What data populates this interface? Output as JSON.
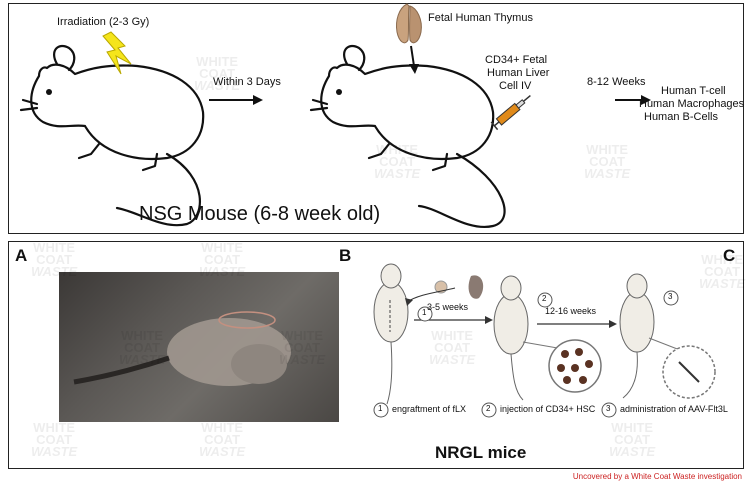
{
  "top_panel": {
    "irradiation": "Irradiation (2-3 Gy)",
    "within_days": "Within 3 Days",
    "fetal_thymus": "Fetal Human Thymus",
    "cd34_line1": "CD34+ Fetal",
    "cd34_line2": "Human Liver",
    "cd34_line3": "Cell IV",
    "weeks": "8-12 Weeks",
    "outcome1": "Human T-cell",
    "outcome2": "Human Macrophages",
    "outcome3": "Human B-Cells",
    "caption": "NSG Mouse (6-8 week old)"
  },
  "bottom_panel": {
    "label_a": "A",
    "label_b": "B",
    "label_c": "C",
    "weeks_1": "3-5 weeks",
    "weeks_2": "12-16 weeks",
    "step1_num": "1",
    "step2_num": "2",
    "step3_num": "3",
    "legend1": "engraftment of fLX",
    "legend2": "injection of CD34+ HSC",
    "legend3": "administration of AAV-Flt3L",
    "title": "NRGL mice"
  },
  "watermark": {
    "line1": "WHITE",
    "line2": "COAT",
    "line3": "WASTE"
  },
  "credit": "Uncovered by a White Coat Waste investigation",
  "colors": {
    "lightning": "#f5e51b",
    "thymus": "#c9a27e",
    "syringe": "#e08a1a",
    "credit": "#cc2222"
  }
}
